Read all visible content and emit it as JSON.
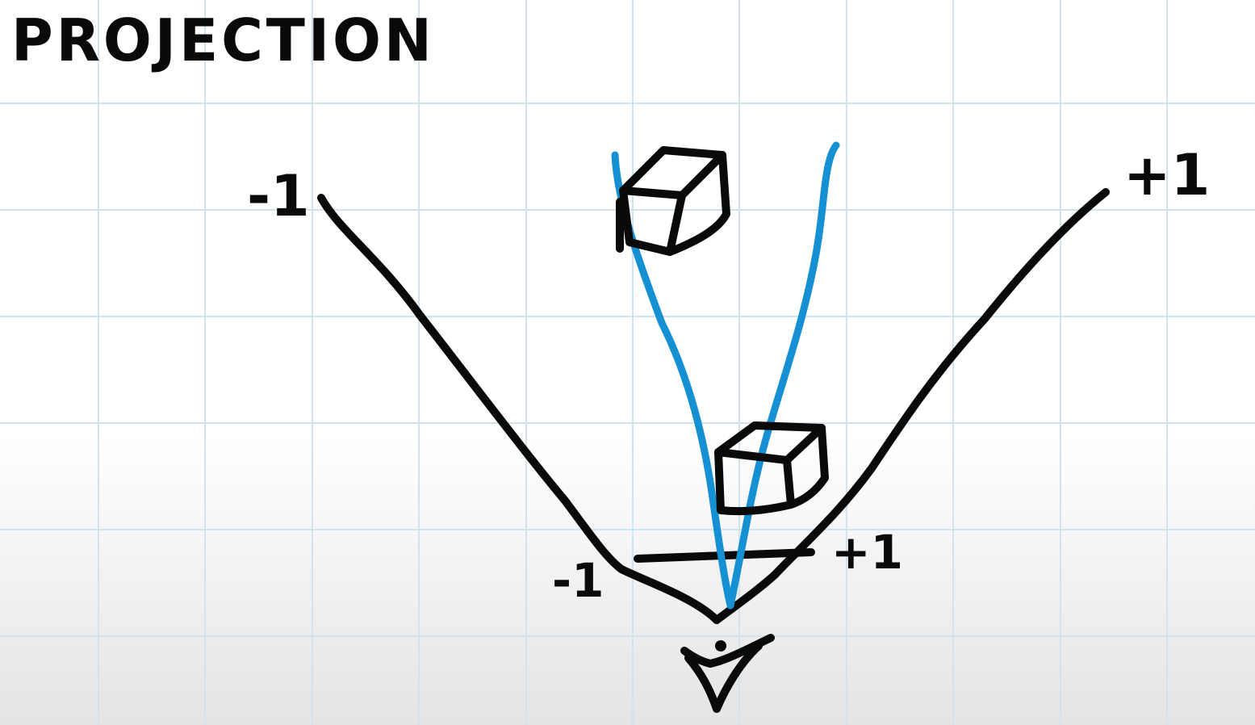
{
  "title": "PROJECTION",
  "labels": {
    "far_left": "-1",
    "far_right": "+1",
    "near_left": "-1",
    "near_right": "+1"
  },
  "colors": {
    "ink": "#0a0a0a",
    "frustum_inner": "#1590d2",
    "grid": "#cfe4ef",
    "paper": "#ffffff"
  },
  "icons": {
    "eye": "eye-icon",
    "far_cube": "cube-icon",
    "near_cube": "cube-icon"
  }
}
